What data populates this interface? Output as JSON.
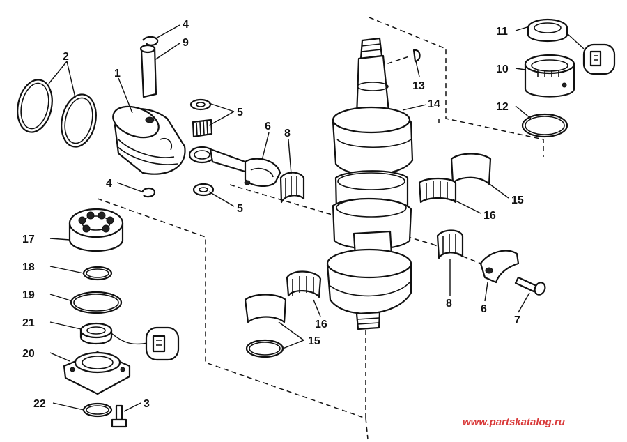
{
  "diagram": {
    "callouts": {
      "c1": "1",
      "c2": "2",
      "c3": "3",
      "c4a": "4",
      "c4b": "4",
      "c5a": "5",
      "c5b": "5",
      "c6a": "6",
      "c6b": "6",
      "c7": "7",
      "c8a": "8",
      "c8b": "8",
      "c9": "9",
      "c10": "10",
      "c11": "11",
      "c12": "12",
      "c13": "13",
      "c14": "14",
      "c15a": "15",
      "c15b": "15",
      "c16a": "16",
      "c16b": "16",
      "c17": "17",
      "c18": "18",
      "c19": "19",
      "c20": "20",
      "c21": "21",
      "c22": "22"
    },
    "watermark": "www.partskatalog.ru",
    "watermark_color": "#d93a3a"
  }
}
